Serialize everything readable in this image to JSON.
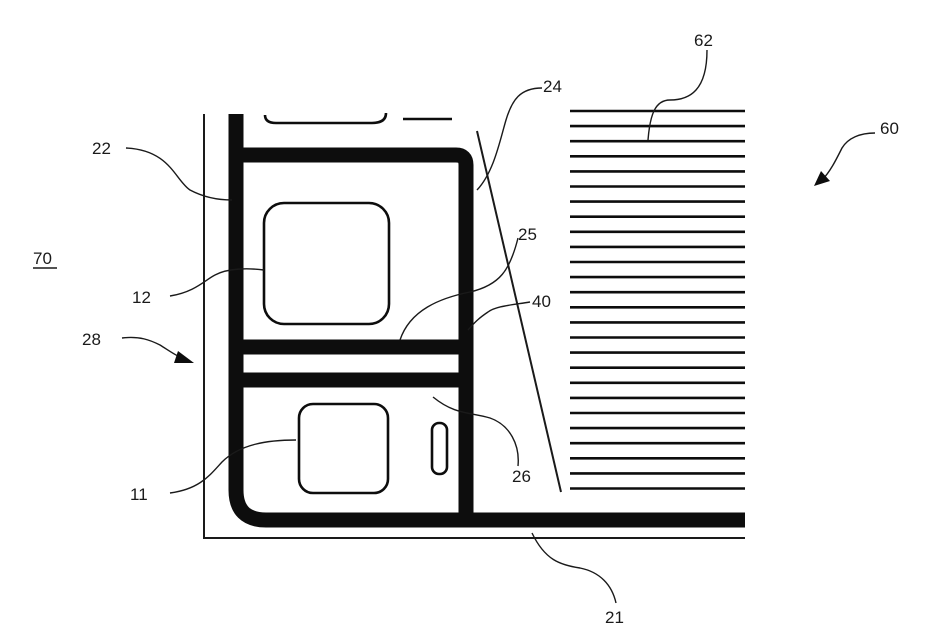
{
  "figure": {
    "labels": {
      "l70": "70",
      "l22": "22",
      "l12": "12",
      "l28": "28",
      "l11": "11",
      "l21": "21",
      "l24": "24",
      "l25": "25",
      "l40": "40",
      "l26": "26",
      "l62": "62",
      "l60": "60"
    },
    "colors": {
      "ink": "#0d0d0d",
      "background": "#ffffff"
    }
  }
}
